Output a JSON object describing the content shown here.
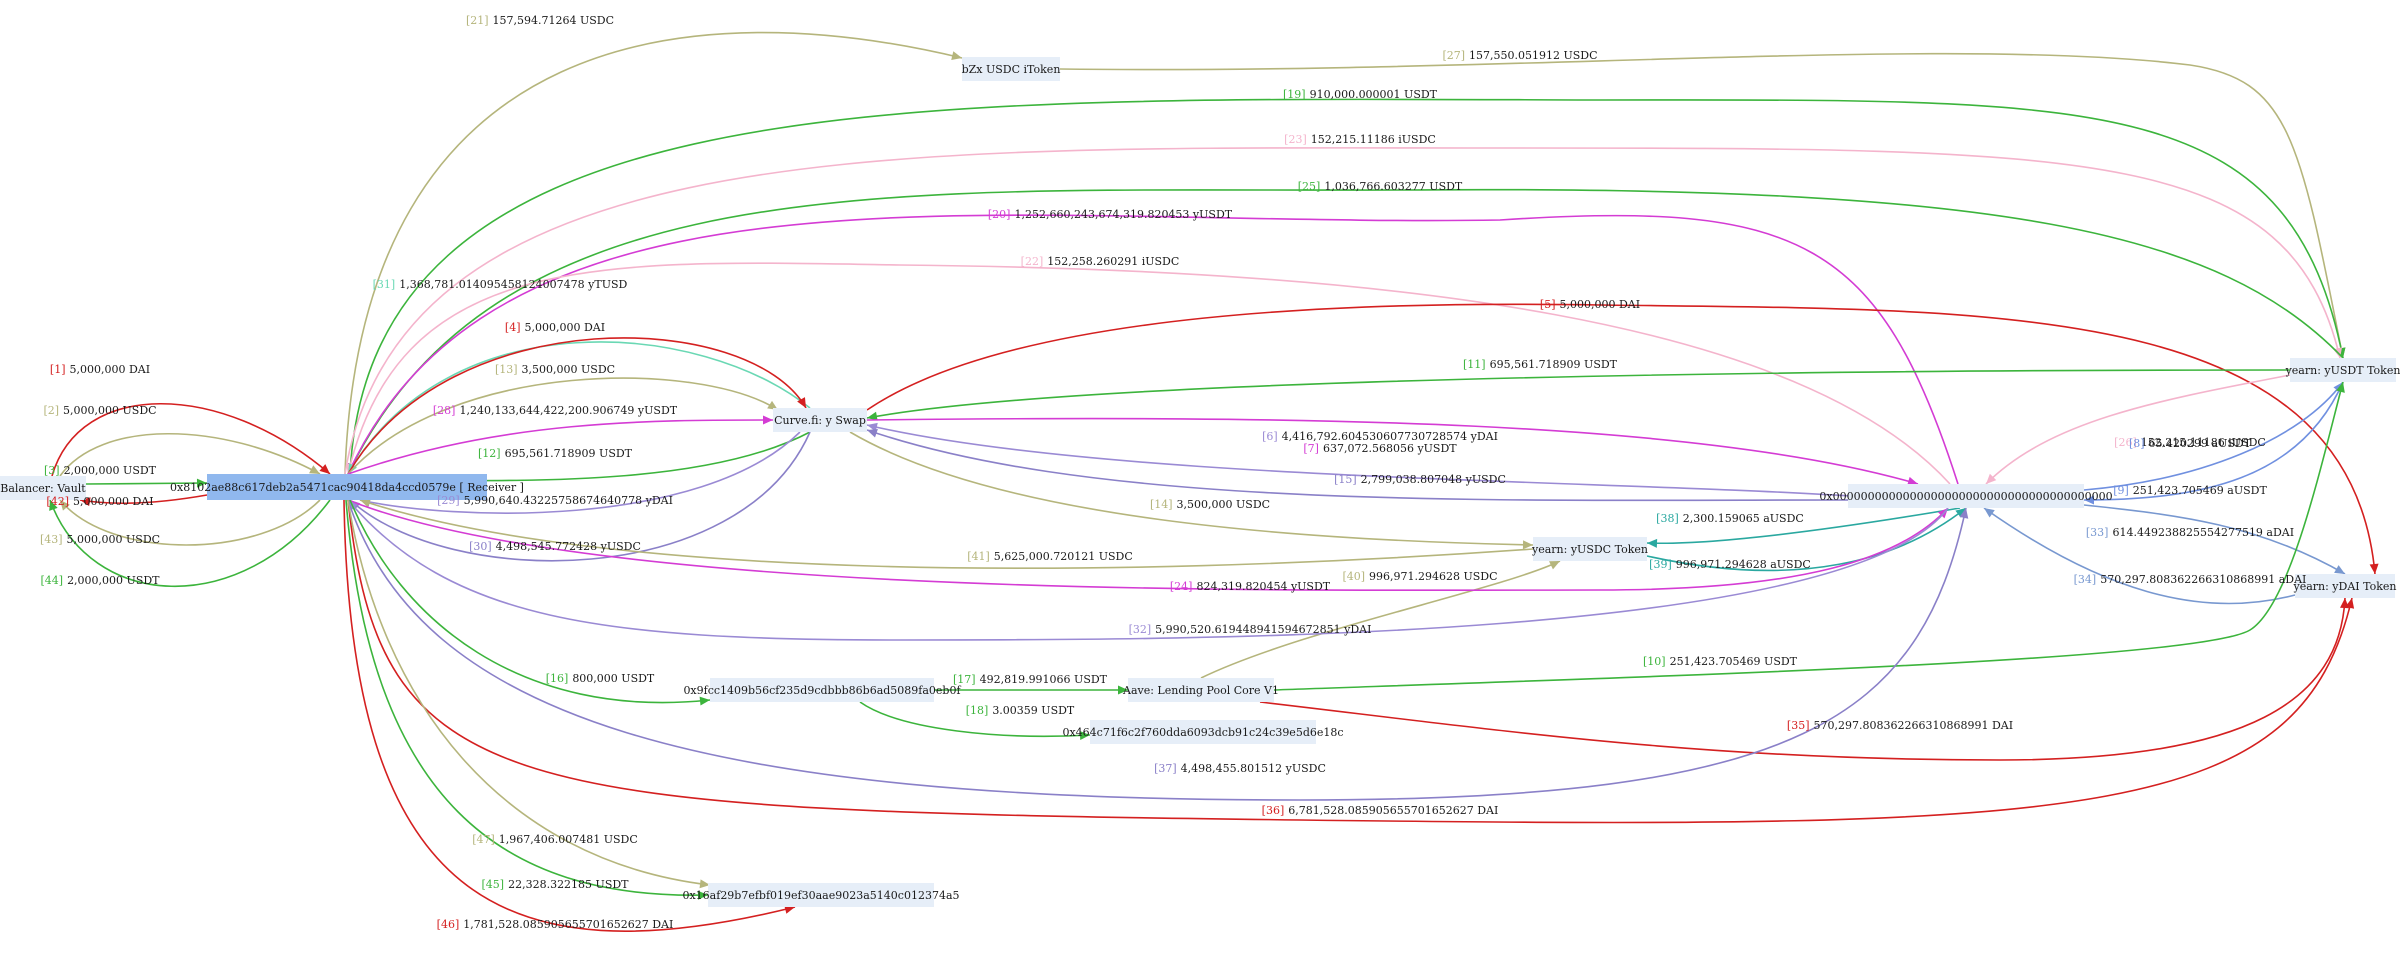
{
  "nodes": {
    "balancer": "Balancer: Vault",
    "receiver": "0x8102ae88c617deb2a5471cac90418da4ccd0579e [ Receiver ]",
    "curve": "Curve.fi: y Swap",
    "bzx": "bZx USDC iToken",
    "zero": "0x0000000000000000000000000000000000000000",
    "yusdc": "yearn: yUSDC Token",
    "yusdt": "yearn: yUSDT Token",
    "ydai": "yearn: yDAI Token",
    "x9fcc": "0x9fcc1409b56cf235d9cdbbb86b6ad5089fa0eb0f",
    "aave": "Aave: Lending Pool Core V1",
    "x464c": "0x464c71f6c2f760dda6093dcb91c24c39e5d6e18c",
    "x16af": "0x16af29b7efbf019ef30aae9023a5140c012374a5"
  },
  "colors": {
    "DAI": "#d42020",
    "USDC": "#b5b57c",
    "USDT": "#3cb43c",
    "yUSDT": "#d43cd4",
    "yDAI": "#9a8ad4",
    "yUSDC": "#8a80c8",
    "yTUSD": "#6ad8b4",
    "iUSDC": "#f4b4cc",
    "aUSDC": "#2aa8a0",
    "aUSDT": "#7090e0",
    "aDAI": "#7898d0",
    "node_fill": "#e6eef8",
    "receiver_fill": "#90b8ee"
  },
  "edges": [
    {
      "id": "1",
      "idx": "[1]",
      "text": "5,000,000 DAI",
      "token": "DAI"
    },
    {
      "id": "2",
      "idx": "[2]",
      "text": "5,000,000 USDC",
      "token": "USDC"
    },
    {
      "id": "3",
      "idx": "[3]",
      "text": "2,000,000 USDT",
      "token": "USDT"
    },
    {
      "id": "42",
      "idx": "[42]",
      "text": "5,000,000 DAI",
      "token": "DAI"
    },
    {
      "id": "43",
      "idx": "[43]",
      "text": "5,000,000 USDC",
      "token": "USDC"
    },
    {
      "id": "44",
      "idx": "[44]",
      "text": "2,000,000 USDT",
      "token": "USDT"
    },
    {
      "id": "21",
      "idx": "[21]",
      "text": "157,594.71264 USDC",
      "token": "USDC"
    },
    {
      "id": "27",
      "idx": "[27]",
      "text": "157,550.051912 USDC",
      "token": "USDC"
    },
    {
      "id": "19",
      "idx": "[19]",
      "text": "910,000.000001 USDT",
      "token": "USDT"
    },
    {
      "id": "23",
      "idx": "[23]",
      "text": "152,215.11186 iUSDC",
      "token": "iUSDC"
    },
    {
      "id": "25",
      "idx": "[25]",
      "text": "1,036,766.603277 USDT",
      "token": "USDT"
    },
    {
      "id": "20",
      "idx": "[20]",
      "text": "1,252,660,243,674,319.820453 yUSDT",
      "token": "yUSDT"
    },
    {
      "id": "22",
      "idx": "[22]",
      "text": "152,258.260291 iUSDC",
      "token": "iUSDC"
    },
    {
      "id": "31",
      "idx": "[31]",
      "text": "1,368,781.01409545812400747​8 yTUSD",
      "token": "yTUSD"
    },
    {
      "id": "4",
      "idx": "[4]",
      "text": "5,000,000 DAI",
      "token": "DAI"
    },
    {
      "id": "13",
      "idx": "[13]",
      "text": "3,500,000 USDC",
      "token": "USDC"
    },
    {
      "id": "28",
      "idx": "[28]",
      "text": "1,240,133,644,422,200.906749 yUSDT",
      "token": "yUSDT"
    },
    {
      "id": "12",
      "idx": "[12]",
      "text": "695,561.718909 USDT",
      "token": "USDT"
    },
    {
      "id": "29",
      "idx": "[29]",
      "text": "5,990,640.43225758674640778 yDAI",
      "token": "yDAI"
    },
    {
      "id": "30",
      "idx": "[30]",
      "text": "4,498,545.772428 yUSDC",
      "token": "yUSDC"
    },
    {
      "id": "5",
      "idx": "[5]",
      "text": "5,000,000 DAI",
      "token": "DAI"
    },
    {
      "id": "11",
      "idx": "[11]",
      "text": "695,561.718909 USDT",
      "token": "USDT"
    },
    {
      "id": "7",
      "idx": "[7]",
      "text": "637,072.568056 yUSDT",
      "token": "yUSDT"
    },
    {
      "id": "6",
      "idx": "[6]",
      "text": "4,416,792.604530607730728574 yDAI",
      "token": "yDAI"
    },
    {
      "id": "15",
      "idx": "[15]",
      "text": "2,799,038.807048 yUSDC",
      "token": "yUSDC"
    },
    {
      "id": "14",
      "idx": "[14]",
      "text": "3,500,000 USDC",
      "token": "USDC"
    },
    {
      "id": "26",
      "idx": "[26]",
      "text": "152,215.11186 iUSDC",
      "token": "iUSDC"
    },
    {
      "id": "8",
      "idx": "[8]",
      "text": "65.420299 aUSDT",
      "token": "aUSDT"
    },
    {
      "id": "9",
      "idx": "[9]",
      "text": "251,423.705469 aUSDT",
      "token": "aUSDT"
    },
    {
      "id": "33",
      "idx": "[33]",
      "text": "614.449238825554277519 aDAI",
      "token": "aDAI"
    },
    {
      "id": "34",
      "idx": "[34]",
      "text": "570,297.808362266310868991 aDAI",
      "token": "aDAI"
    },
    {
      "id": "38",
      "idx": "[38]",
      "text": "2,300.159065 aUSDC",
      "token": "aUSDC"
    },
    {
      "id": "39",
      "idx": "[39]",
      "text": "996,971.294628 aUSDC",
      "token": "aUSDC"
    },
    {
      "id": "41",
      "idx": "[41]",
      "text": "5,625,000.720121 USDC",
      "token": "USDC"
    },
    {
      "id": "40",
      "idx": "[40]",
      "text": "996,971.294628 USDC",
      "token": "USDC"
    },
    {
      "id": "24",
      "idx": "[24]",
      "text": "824,319.820454 yUSDT",
      "token": "yUSDT"
    },
    {
      "id": "32",
      "idx": "[32]",
      "text": "5,990,520.619448941594672851 yDAI",
      "token": "yDAI"
    },
    {
      "id": "16",
      "idx": "[16]",
      "text": "800,000 USDT",
      "token": "USDT"
    },
    {
      "id": "17",
      "idx": "[17]",
      "text": "492,819.991066 USDT",
      "token": "USDT"
    },
    {
      "id": "18",
      "idx": "[18]",
      "text": "3.00359 USDT",
      "token": "USDT"
    },
    {
      "id": "10",
      "idx": "[10]",
      "text": "251,423.705469 USDT",
      "token": "USDT"
    },
    {
      "id": "35",
      "idx": "[35]",
      "text": "570,297.808362266310868991 DAI",
      "token": "DAI"
    },
    {
      "id": "37",
      "idx": "[37]",
      "text": "4,498,455.801512 yUSDC",
      "token": "yUSDC"
    },
    {
      "id": "36",
      "idx": "[36]",
      "text": "6,781,528.085905655701652627 DAI",
      "token": "DAI"
    },
    {
      "id": "47",
      "idx": "[47]",
      "text": "1,967,406.007481 USDC",
      "token": "USDC"
    },
    {
      "id": "45",
      "idx": "[45]",
      "text": "22,328.322185 USDT",
      "token": "USDT"
    },
    {
      "id": "46",
      "idx": "[46]",
      "text": "1,781,528.085905655701652627 DAI",
      "token": "DAI"
    }
  ]
}
